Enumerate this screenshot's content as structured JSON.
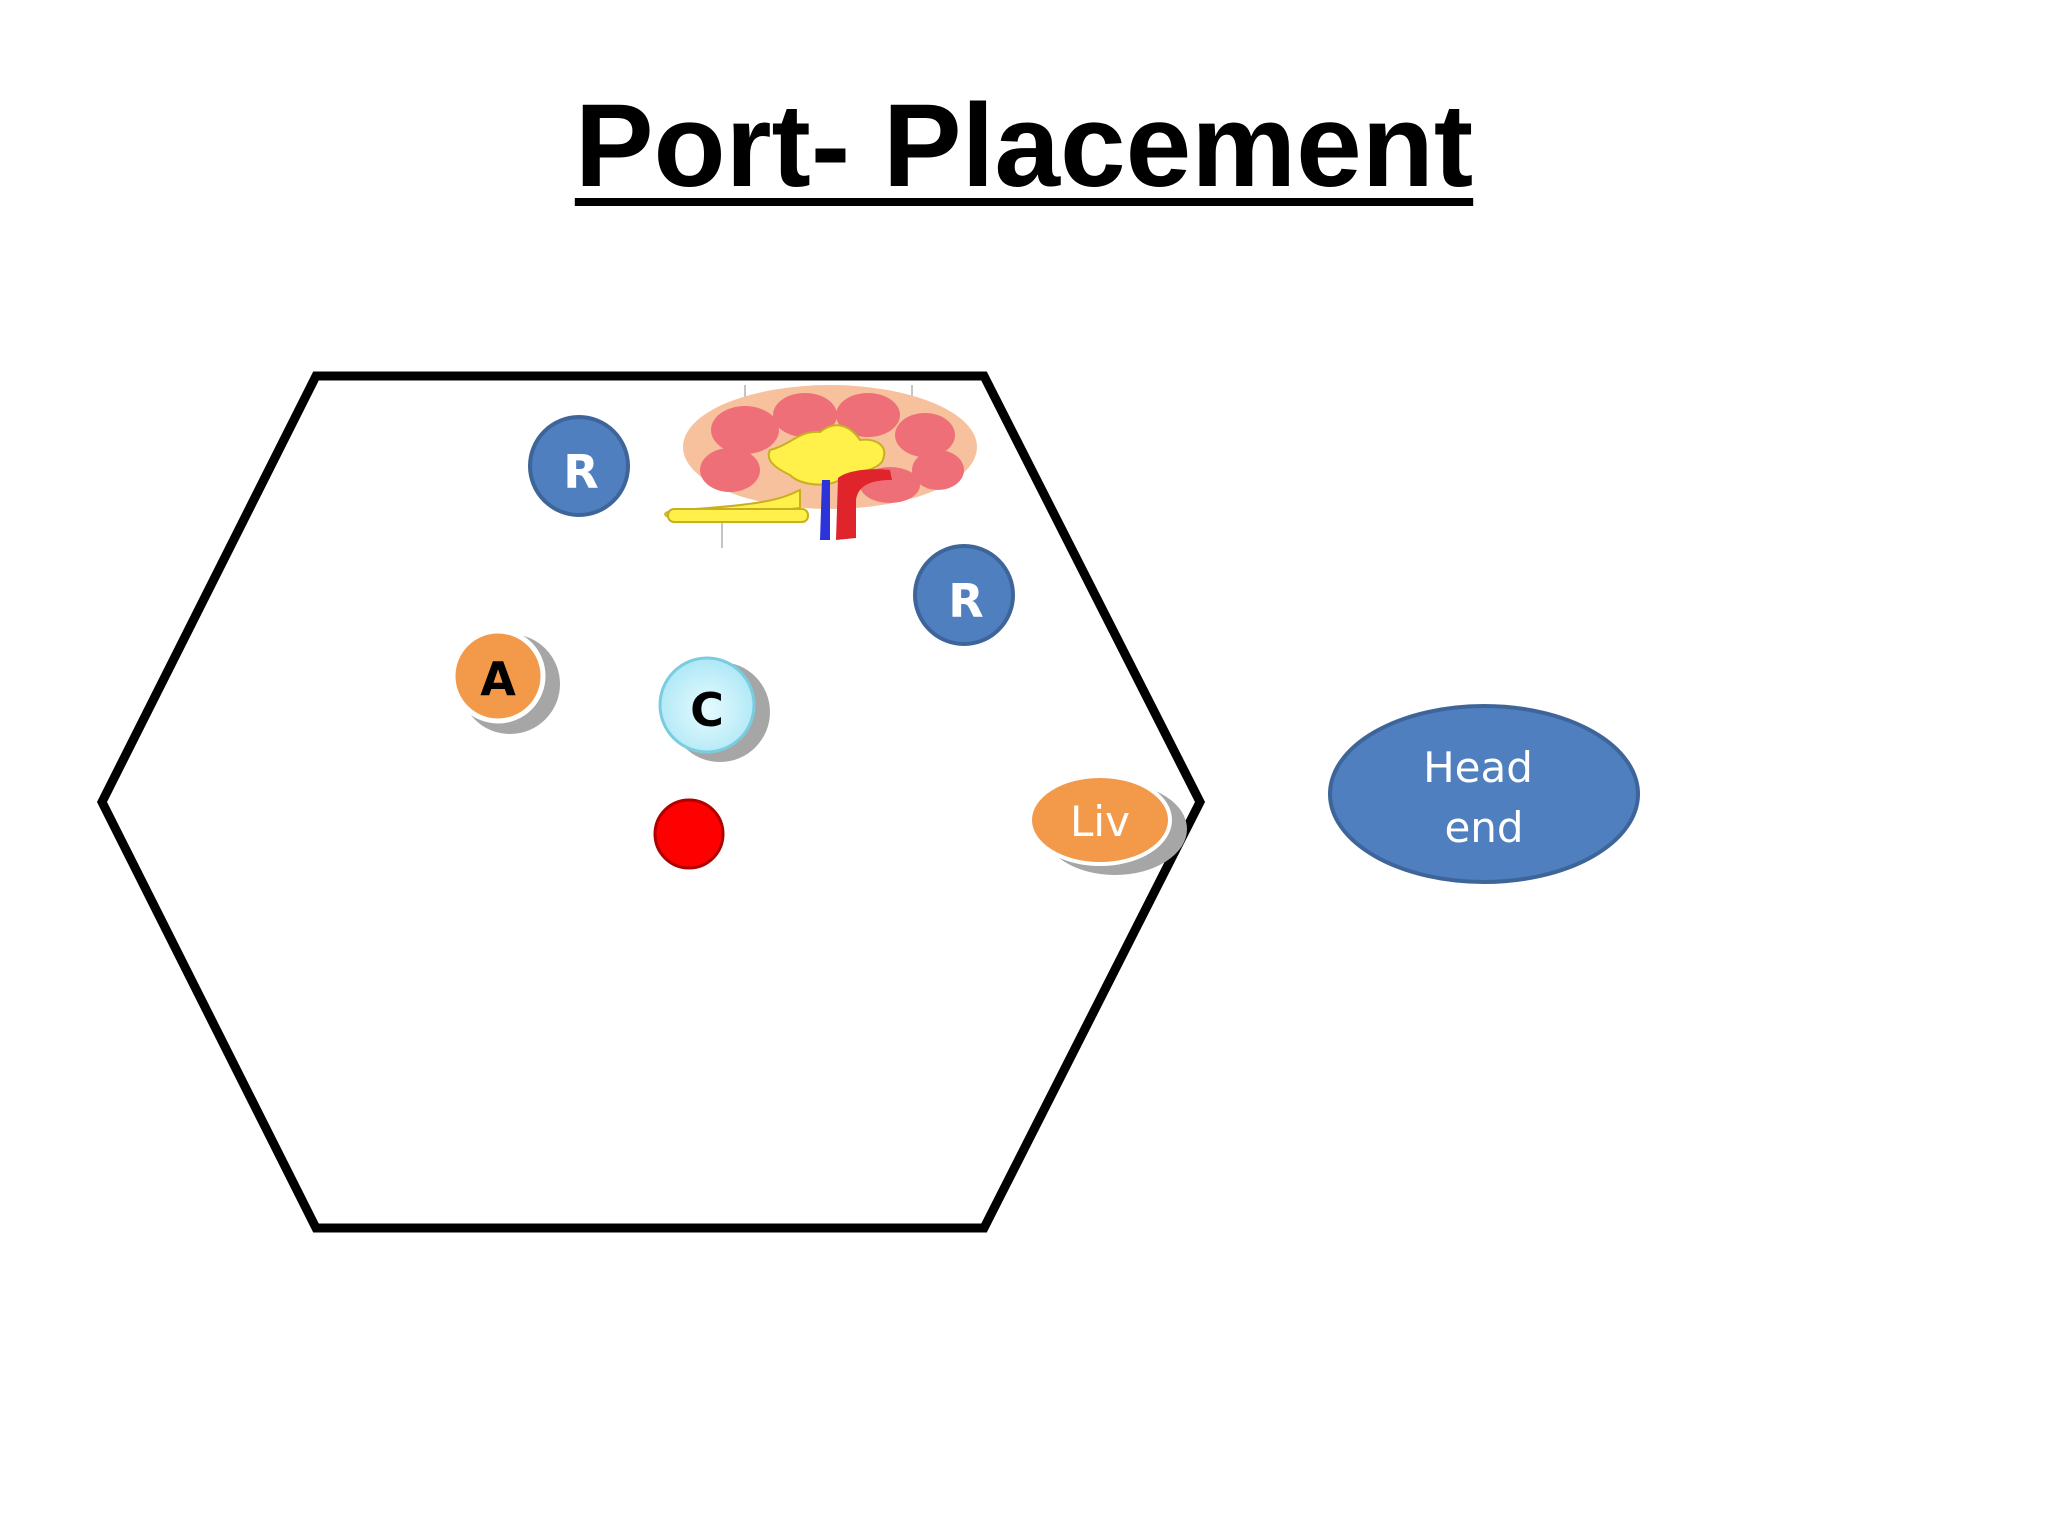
{
  "title": "Port- Placement",
  "ports": {
    "robotic_1": "R",
    "robotic_2": "R",
    "assistant": "A",
    "camera": "C",
    "liver_retractor": "Liv"
  },
  "head_end": {
    "line1": "Head",
    "line2": "end"
  },
  "colors": {
    "robotic": "#4F7FBF",
    "orange": "#F2994A",
    "camera": "#B8ECF7",
    "marker": "#FF0000",
    "outline": "#000000"
  },
  "icons": {
    "kidney": "kidney-illustration-icon",
    "umbilicus": "umbilicus-marker-icon"
  }
}
